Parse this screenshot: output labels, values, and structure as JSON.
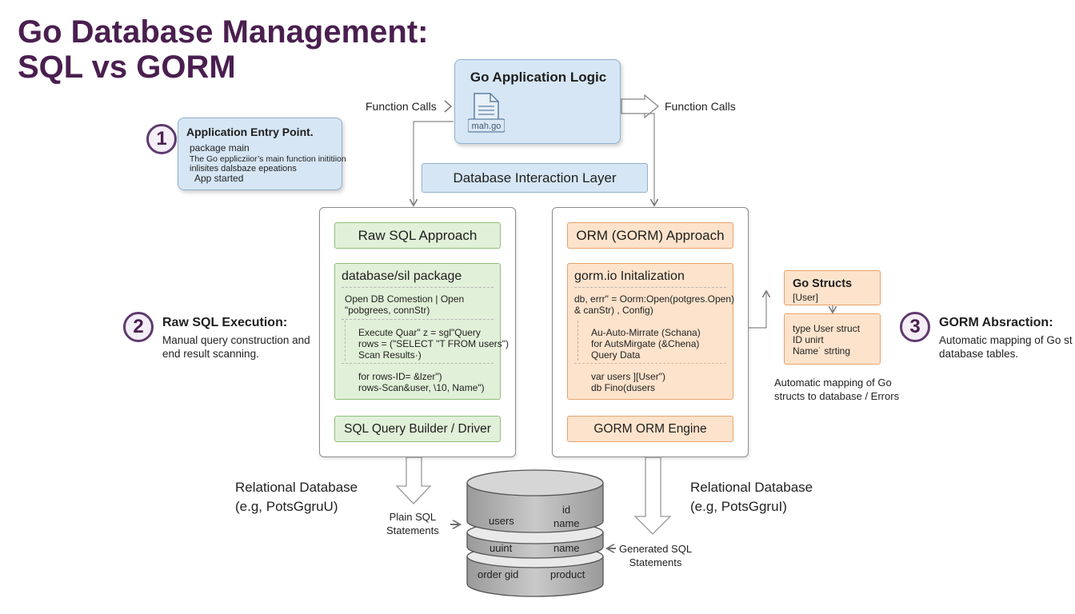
{
  "title": {
    "line1": "Go Database Management:",
    "line2": "SQL vs GORM"
  },
  "app_logic": {
    "title": "Go Application Logic",
    "file_label": "mah.go"
  },
  "function_calls_left": "Function Calls",
  "function_calls_right": "Function Calls",
  "db_layer": "Database Interaction Layer",
  "entry_point": {
    "number": "1",
    "title": "Application Entry Point.",
    "lines": [
      "package main",
      "The Go epplicziior’s main function inititiion",
      "inlisites dalsbaze epeations",
      "App started"
    ]
  },
  "raw_sql_exec": {
    "number": "2",
    "title": "Raw SQL Execution:",
    "lines": [
      "Manual query construction and",
      "end result scanning."
    ]
  },
  "gorm_abstraction": {
    "number": "3",
    "title": "GORM Absraction:",
    "lines": [
      "Automatic mapping of Go st",
      "database tables."
    ]
  },
  "raw_sql_panel": {
    "header": "Raw SQL Approach",
    "package_title": "database/sil package",
    "open_lines": [
      "Open DB Comestion |  Open",
      "\"pobgrees, connStr)"
    ],
    "query_lines": [
      "Execute Quar\" z = sgl\"Query",
      "rows = (\"SELECT \"T FROM users\")",
      "Scan Results·)"
    ],
    "loop_lines": [
      "for rows-ID= &lzer\")",
      "rows-Scan&user, \\10, Name\")"
    ],
    "footer": "SQL Query Builder / Driver"
  },
  "gorm_panel": {
    "header": "ORM (GORM) Approach",
    "init_title": "gorm.io Initalization",
    "open_lines": [
      "db, errr\" = Oorm:Open(potgres.Open)",
      "& canStr) , Config)"
    ],
    "migrate_lines": [
      "Au-Auto-Mirrate (Schana)",
      "for AutsMirgate (&Chena)",
      "Query Data"
    ],
    "find_lines": [
      "var users ][User\")",
      "db Fino(dusers"
    ],
    "footer": "GORM ORM Engine"
  },
  "go_structs": {
    "title": "Go Structs",
    "subtitle": "[User]",
    "struct_lines": [
      "type User struct",
      "ID unirt",
      "Name˙ strting"
    ],
    "caption": [
      "Automatic mapping of Go",
      "structs to database / Errors"
    ]
  },
  "relational_left": [
    "Relational Database",
    "(e.g, PotsGgruU)"
  ],
  "relational_right": [
    "Relational Database",
    "(e.g, PotsGgruI)"
  ],
  "plain_sql": [
    "Plain SQL",
    "Statements"
  ],
  "generated_sql": [
    "Generated SQL",
    "Statements"
  ],
  "database": {
    "row1": [
      "users",
      "id",
      "name"
    ],
    "row2": [
      "uuint",
      "name"
    ],
    "row3": [
      "order gid",
      "product"
    ]
  },
  "colors": {
    "title": "#4a1f4f",
    "blue_fill": "#d6e6f4",
    "green_fill": "#e1f0d8",
    "orange_fill": "#fde3cc",
    "badge_border": "#5e3a6e"
  },
  "icons": {
    "file": "document-icon"
  }
}
